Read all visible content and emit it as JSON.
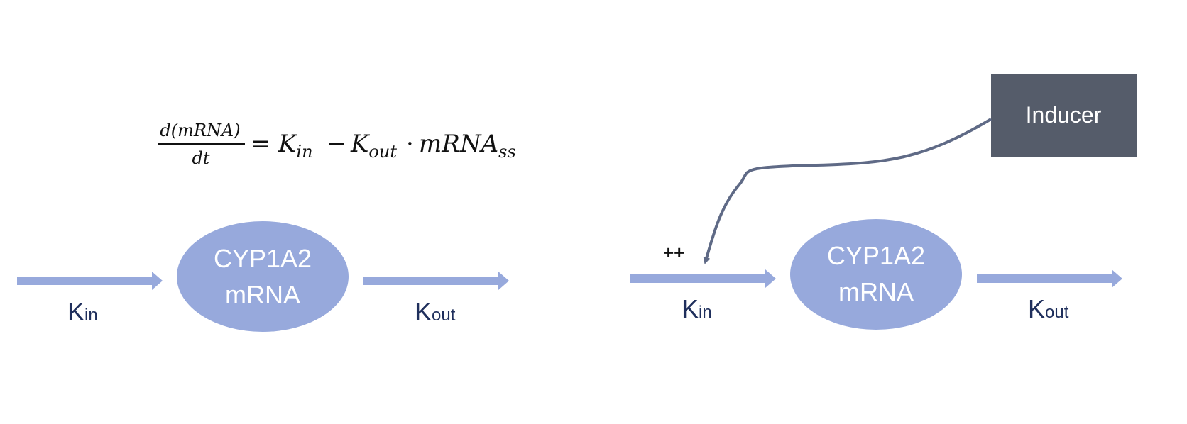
{
  "equation": {
    "numerator": "d(mRNA)",
    "denominator": "dt",
    "equals": "=",
    "k_in": "K",
    "k_in_sub": "in",
    "minus": "−",
    "k_out": "K",
    "k_out_sub": "out",
    "dot": "·",
    "mrna": "mRNA",
    "mrna_sub": "ss"
  },
  "left_diagram": {
    "node_line1": "CYP1A2",
    "node_line2": "mRNA",
    "kin_main": "K",
    "kin_sub": "in",
    "kout_main": "K",
    "kout_sub": "out"
  },
  "right_diagram": {
    "node_line1": "CYP1A2",
    "node_line2": "mRNA",
    "kin_main": "K",
    "kin_sub": "in",
    "kout_main": "K",
    "kout_sub": "out",
    "stimulation_mark": "++",
    "inducer_label": "Inducer"
  },
  "colors": {
    "arrow": "#97a9dc",
    "node_fill": "#97a9dc",
    "inducer_fill": "#555c6a",
    "curve": "#5f6a86",
    "label": "#1f2f5c"
  }
}
